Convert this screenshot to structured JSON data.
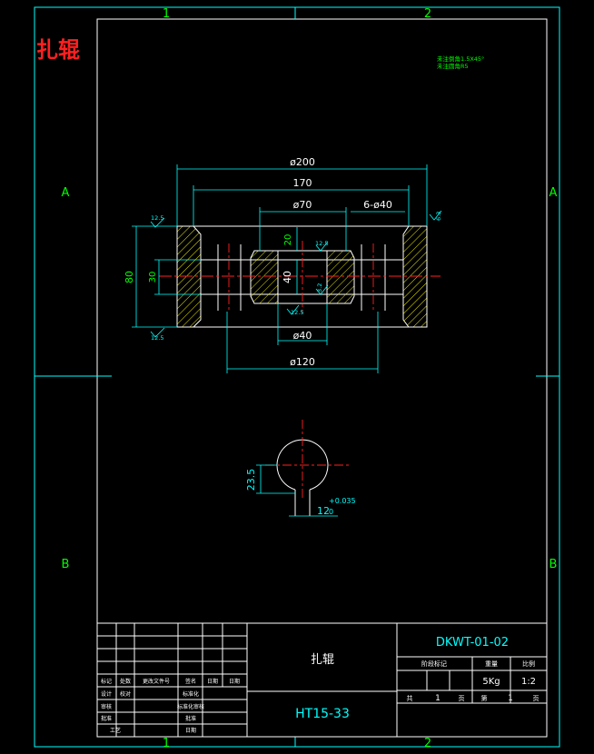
{
  "drawing": {
    "title_cn": "扎辊",
    "zone_cols": [
      "1",
      "2",
      "1",
      "2"
    ],
    "zone_rows": [
      "A",
      "A",
      "B",
      "B"
    ],
    "note_lines": [
      "未注倒角1.5X45°",
      "未注圆角R5"
    ]
  },
  "dimensions": {
    "d200": "ø200",
    "d170": "170",
    "d70": "ø70",
    "holes": "6-ø40",
    "h20": "20",
    "h80": "80",
    "h30": "30",
    "h40": "40",
    "d40": "ø40",
    "d120": "ø120",
    "h23_5": "23.5",
    "key_w": "12",
    "key_tol_up": "+0.035",
    "key_tol_lo": "0",
    "r12_5a": "12.5",
    "r12_5b": "12.5",
    "r12_5c": "12.5",
    "r6_3": "6.3",
    "r3_2": "3.2",
    "r12_5d": "12.5"
  },
  "title_block": {
    "drawing_no": "DKWT-01-02",
    "part_name": "扎辊",
    "material": "HT15-33",
    "weight": "5Kg",
    "scale": "1:2",
    "sheets_label_a": "共",
    "sheets_total": "1",
    "sheets_label_b": "页",
    "sheet_label_a": "第",
    "sheet_no": "1",
    "sheet_label_b": "页",
    "hdr_stage": "阶段标记",
    "hdr_weight": "重量",
    "hdr_scale": "比例",
    "rev_mark": "标记",
    "rev_count": "处数",
    "rev_zone": "更改文件号",
    "rev_sign": "签名",
    "rev_date": "日期",
    "design": "设计",
    "check": "校对",
    "review": "审核",
    "approve": "批准",
    "craft": "工艺",
    "standard": "标准化",
    "date_label": "日期",
    "date_label2": "日期",
    "std_check": "标准化审核",
    "approved": "批准"
  }
}
